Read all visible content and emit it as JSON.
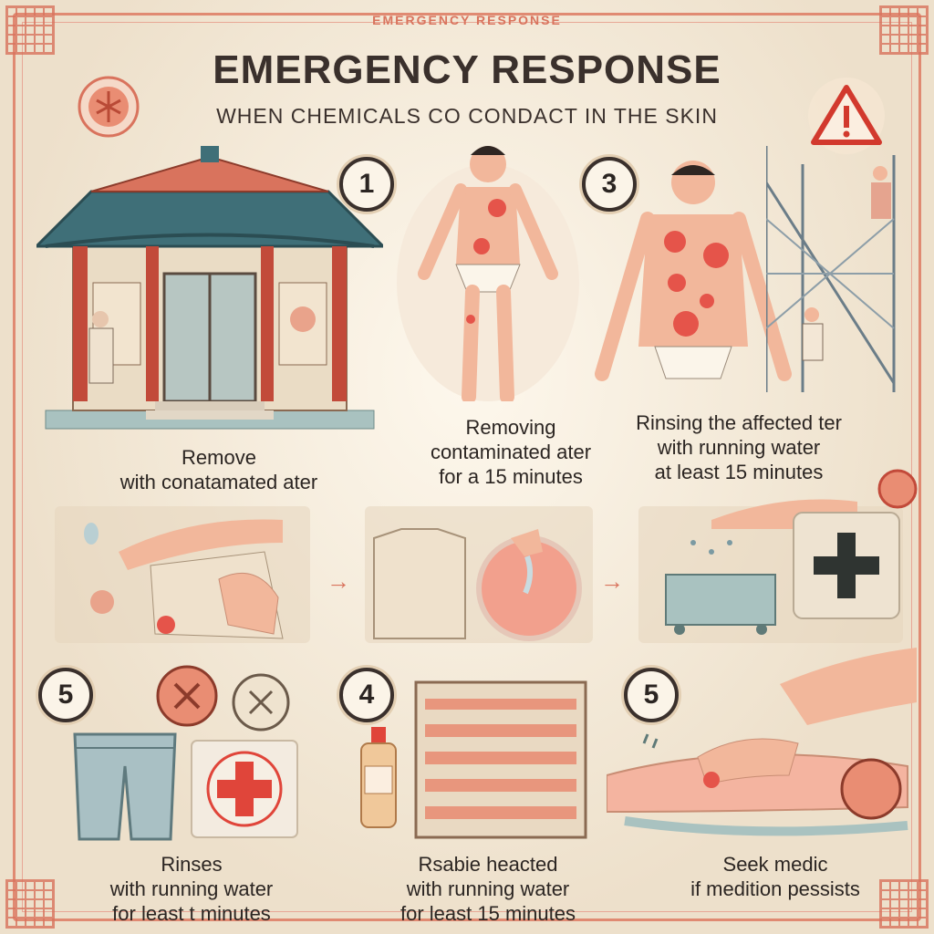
{
  "header": {
    "top_label": "EMERGENCY RESPONSE",
    "title": "EMERGENCY RESPONSE",
    "subtitle": "WHEN CHEMICALS CO CONDACT IN THE SKIN"
  },
  "steps": {
    "row1": [
      {
        "number": "1",
        "caption_line1": "Removing",
        "caption_line2": "contaminated ater",
        "caption_line3": "for a 15 minutes"
      },
      {
        "number": "3",
        "caption_line1": "Rinsing the affected ter",
        "caption_line2": "with running water",
        "caption_line3": "at least 15 minutes"
      }
    ],
    "row1_left_caption": {
      "line1": "Remove",
      "line2": "with conatamated ater"
    },
    "row3": [
      {
        "number": "5",
        "caption_line1": "Rinses",
        "caption_line2": "with running water",
        "caption_line3": "for least t minutes"
      },
      {
        "number": "4",
        "caption_line1": "Rsabie heacted",
        "caption_line2": "with running water",
        "caption_line3": "for least 15 minutes"
      },
      {
        "number": "5",
        "caption_line1": "Seek medic",
        "caption_line2": "if medition pessists"
      }
    ]
  },
  "icons": {
    "warning": "warning-triangle-icon",
    "first_aid": "first-aid-cross-icon"
  },
  "colors": {
    "accent": "#d9735d",
    "red_cross": "#e0453a",
    "dark_cross": "#2f3431",
    "temple_roof": "#3f6f78"
  }
}
